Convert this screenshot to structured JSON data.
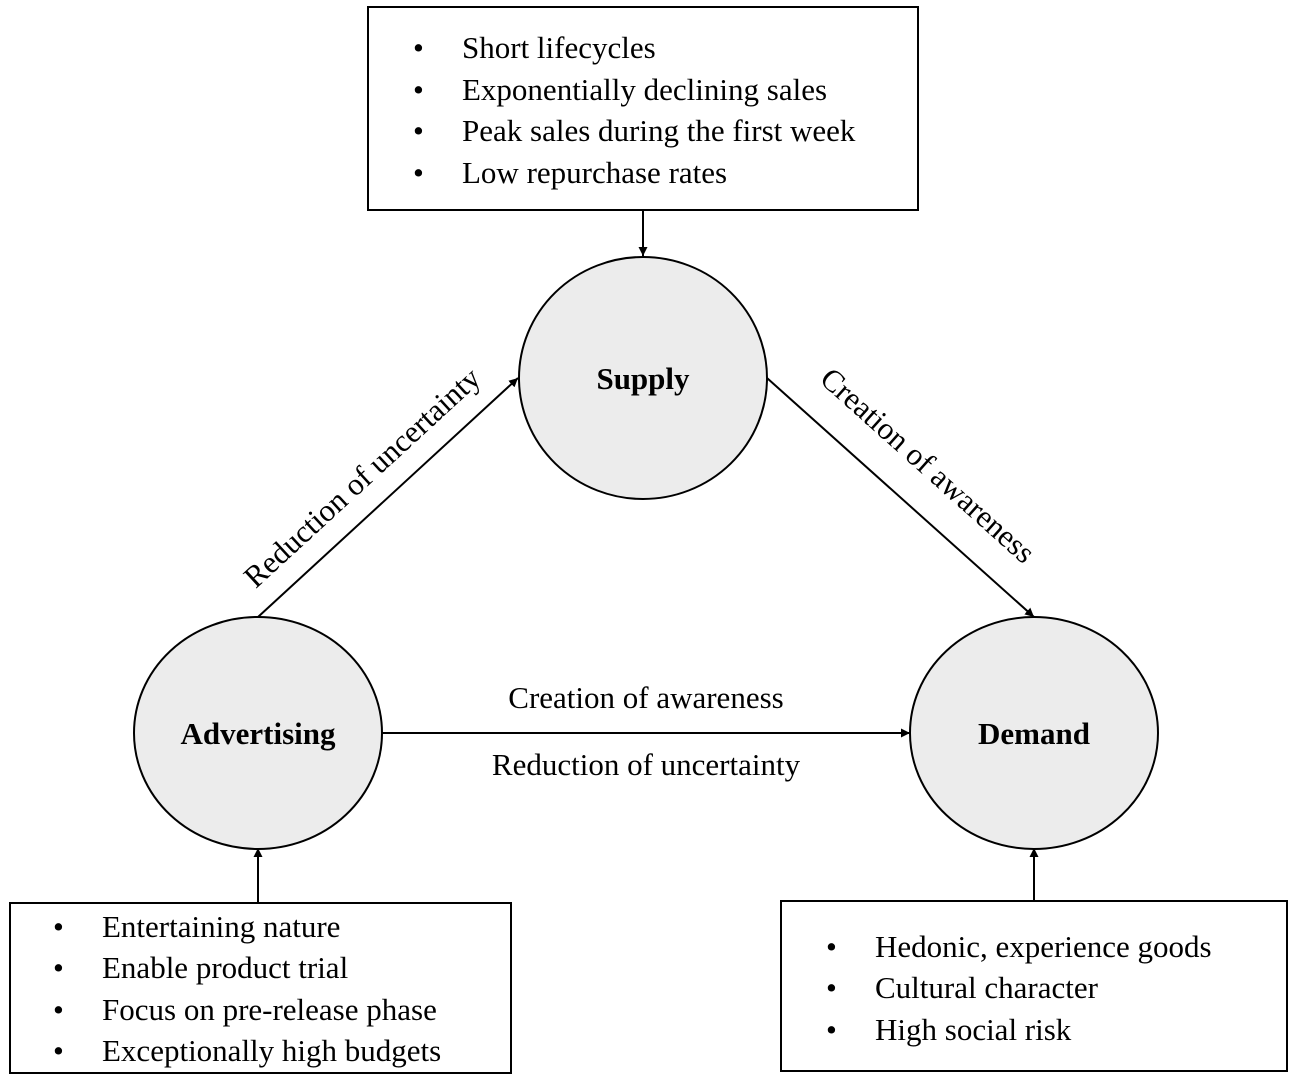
{
  "nodes": {
    "supply": {
      "label": "Supply"
    },
    "advertising": {
      "label": "Advertising"
    },
    "demand": {
      "label": "Demand"
    }
  },
  "boxes": {
    "supply": {
      "items": [
        "Short lifecycles",
        "Exponentially declining sales",
        "Peak sales during the first week",
        "Low repurchase rates"
      ]
    },
    "advertising": {
      "items": [
        "Entertaining nature",
        "Enable product trial",
        "Focus on pre-release phase",
        "Exceptionally high budgets"
      ]
    },
    "demand": {
      "items": [
        "Hedonic, experience goods",
        "Cultural character",
        "High social risk"
      ]
    }
  },
  "bullet": "•",
  "edges": {
    "advertising_to_supply": {
      "label": "Reduction of uncertainty"
    },
    "supply_to_demand": {
      "label": "Creation of awareness"
    },
    "advertising_to_demand": {
      "label_top": "Creation of awareness",
      "label_bottom": "Reduction of uncertainty"
    }
  },
  "colors": {
    "node_fill": "#ececec",
    "stroke": "#000000",
    "background": "#ffffff"
  }
}
